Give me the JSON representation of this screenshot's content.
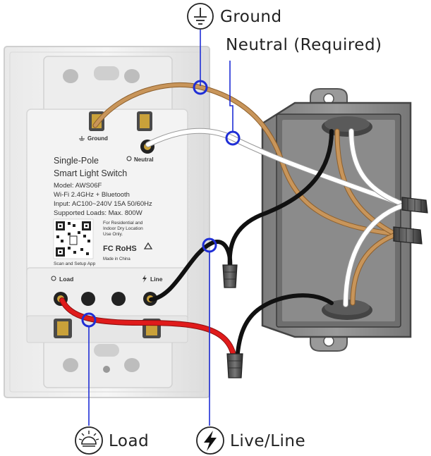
{
  "callouts": {
    "ground": "Ground",
    "neutral": "Neutral (Required)",
    "load": "Load",
    "line": "Live/Line"
  },
  "device": {
    "title_line1": "Single-Pole",
    "title_line2": "Smart Light Switch",
    "model": "Model: AWS06F",
    "wifi": "Wi-Fi 2.4GHz + Bluetooth",
    "input": "Input: AC100~240V 15A 50/60Hz",
    "loads": "Supported Loads: Max. 800W",
    "usage_line1": "For Residential and",
    "usage_line2": "Indoor Dry Location",
    "usage_line3": "Use Only.",
    "certs": "FC RoHS",
    "made_in": "Made in China",
    "scan": "Scan and Setup App",
    "terminal_ground": "Ground",
    "terminal_neutral": "Neutral",
    "terminal_load": "Load",
    "terminal_line": "Line"
  },
  "colors": {
    "ground_wire": "#c8955a",
    "neutral_wire": "#ffffff",
    "line_wire": "#111111",
    "load_wire": "#e01b1b",
    "marker": "#1f2ed6",
    "box": "#8a8a8a"
  },
  "icons": [
    "ground-icon",
    "load-bulb-icon",
    "line-bolt-icon",
    "recycle-icon"
  ]
}
